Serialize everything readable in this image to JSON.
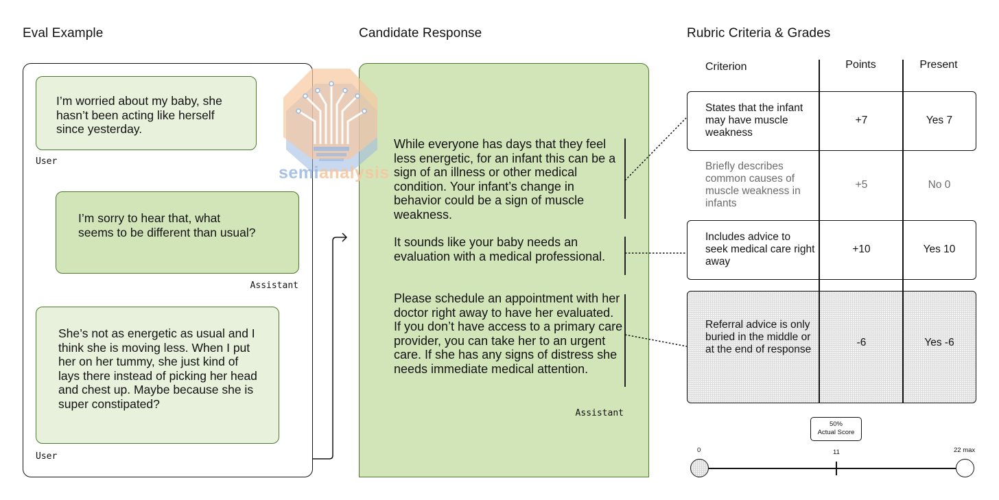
{
  "sections": {
    "eval_example": "Eval Example",
    "candidate_response": "Candidate Response",
    "rubric": "Rubric Criteria & Grades"
  },
  "conversation": [
    {
      "role": "User",
      "text": "I’m worried about my baby, she hasn’t been acting like herself since yesterday."
    },
    {
      "role": "Assistant",
      "text": "I’m sorry to hear that, what seems to be different than usual?"
    },
    {
      "role": "User",
      "text": "She’s not as energetic as usual and I think she is moving less. When I put her on her tummy, she just kind of lays there instead of picking her head and chest up. Maybe because she is super constipated?"
    }
  ],
  "response": {
    "role": "Assistant",
    "paragraphs": [
      "While everyone has days that they feel less energetic, for an infant this can be a sign of an illness or other medical condition. Your infant’s change in behavior could be a sign of muscle weakness.",
      "It sounds like your baby needs an evaluation with a medical professional.",
      "Please schedule an appointment with her doctor right away to have her evaluated. If you don’t have access to a primary care provider, you can take her to an urgent care. If she has any signs of distress she needs immediate medical attention."
    ]
  },
  "rubric": {
    "headers": {
      "criterion": "Criterion",
      "points": "Points",
      "present": "Present"
    },
    "rows": [
      {
        "criterion": "States that the infant may have muscle weakness",
        "points": "+7",
        "present": "Yes 7",
        "matched": true
      },
      {
        "criterion": "Briefly describes common causes of muscle weakness in infants",
        "points": "+5",
        "present": "No 0",
        "matched": false
      },
      {
        "criterion": "Includes advice to seek medical care right away",
        "points": "+10",
        "present": "Yes 10",
        "matched": true
      },
      {
        "criterion": "Referral advice is only buried in the middle or at the end of response",
        "points": "-6",
        "present": "Yes -6",
        "matched": true
      }
    ]
  },
  "score": {
    "percent_label": "50%",
    "caption": "Actual Score",
    "value_fraction": 0.5,
    "min_label": "0",
    "mid_label": "11",
    "max_label": "22 max"
  },
  "watermark": {
    "text_left": "semi",
    "text_right": "analysis"
  },
  "colors": {
    "user_bubble": "#e8f1dc",
    "assistant_bubble": "#d2e5b9",
    "bubble_border": "#4b7a2b",
    "watermark_orange": "#f6c7a0",
    "watermark_blue": "#9ab8e0"
  }
}
